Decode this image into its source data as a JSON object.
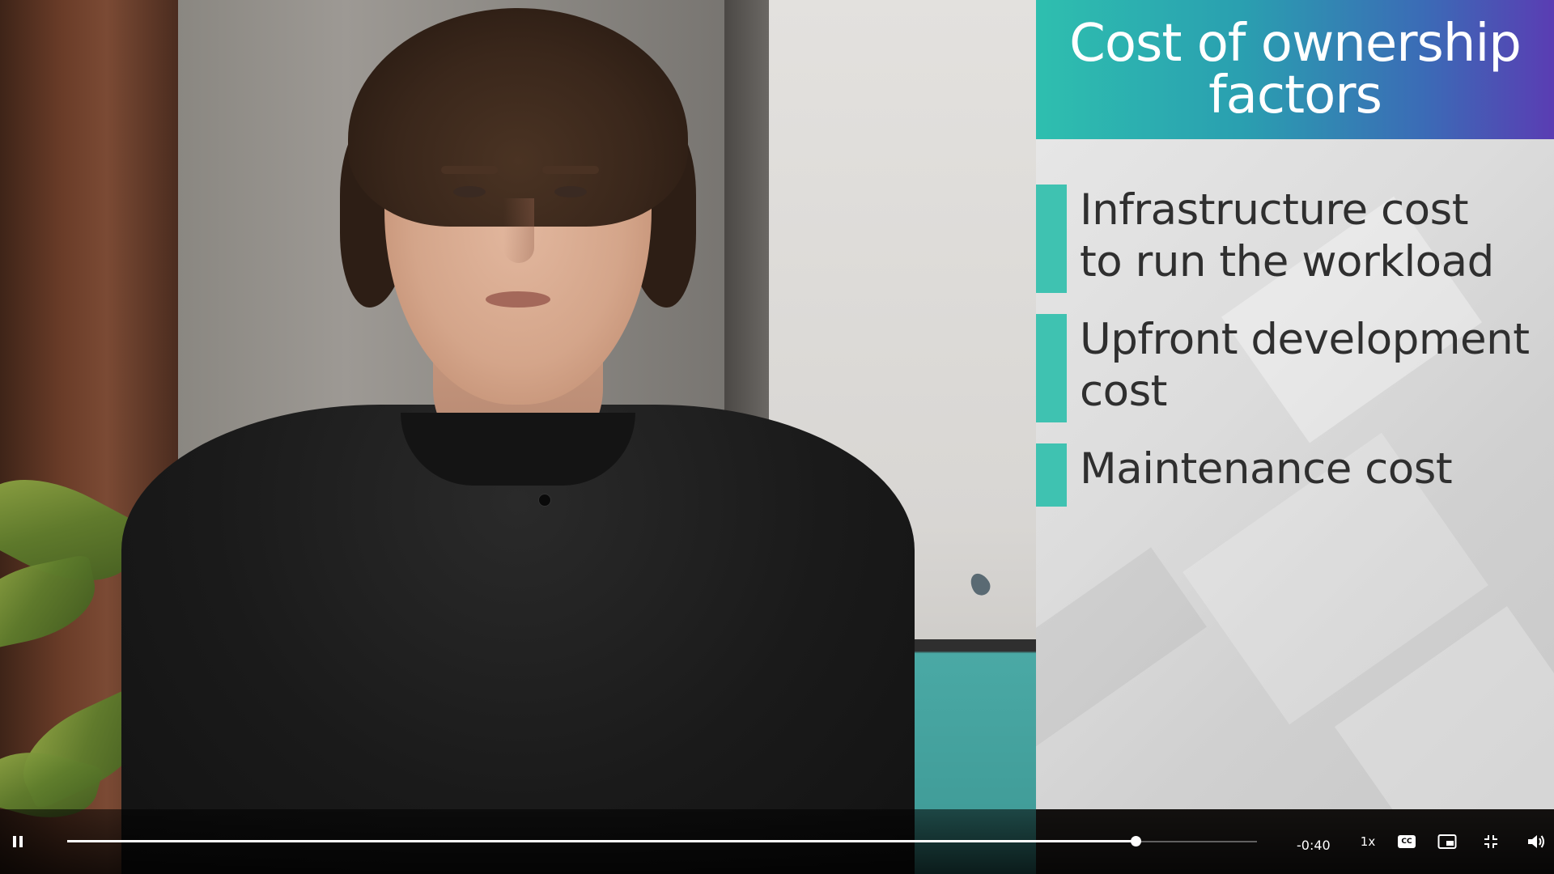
{
  "slide": {
    "title_line1": "Cost of ownership",
    "title_line2": "factors",
    "bullets": [
      {
        "line1": "Infrastructure cost",
        "line2": "to run the workload"
      },
      {
        "line1": "Upfront development",
        "line2": "cost"
      },
      {
        "line1": "Maintenance cost",
        "line2": ""
      }
    ]
  },
  "player": {
    "state": "playing",
    "progress_fraction": 0.898,
    "time_remaining": "-0:40",
    "playback_speed": "1x",
    "captions_label": "CC"
  },
  "colors": {
    "accent_teal": "#3fc2b1",
    "header_gradient_start": "#2ebfaf",
    "header_gradient_end": "#5a3db3",
    "controls_bg": "#000000"
  },
  "icons": {
    "play_pause": "pause-icon",
    "captions": "closed-captions-icon",
    "pip": "picture-in-picture-icon",
    "fullscreen": "exit-fullscreen-icon",
    "volume": "volume-icon"
  }
}
